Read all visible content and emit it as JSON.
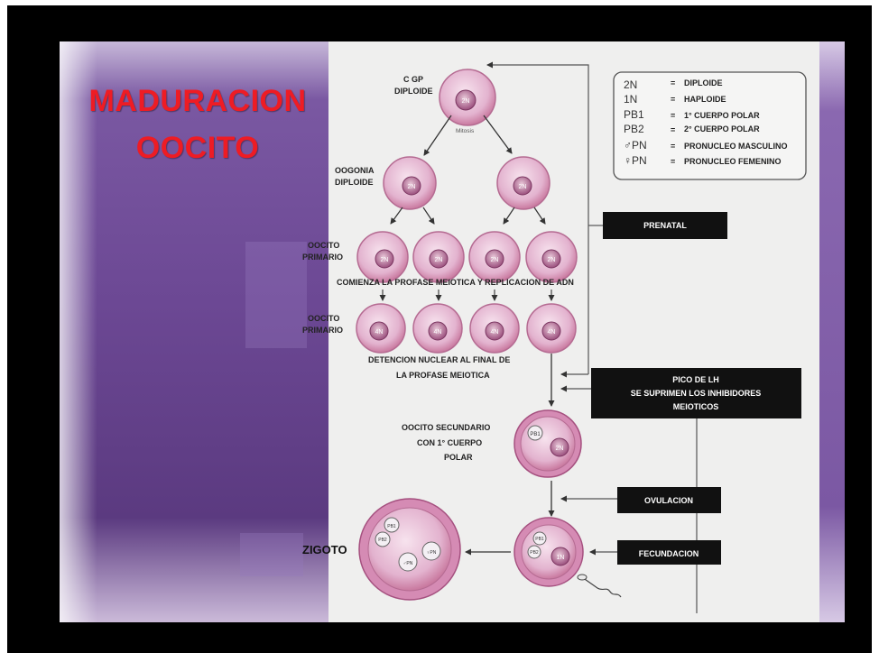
{
  "title_line1": "MADURACION",
  "title_line2": "OOCITO",
  "stages": {
    "cgp": [
      "C GP",
      "DIPLOIDE"
    ],
    "mitosis": "Mitosis",
    "oogonia": [
      "OOGONIA",
      "DIPLOIDE"
    ],
    "primario_1": [
      "OOCITO",
      "PRIMARIO"
    ],
    "profase": "COMIENZA LA PROFASE MEIOTICA Y REPLICACION DE ADN",
    "primario_2": [
      "OOCITO",
      "PRIMARIO"
    ],
    "detencion": [
      "DETENCION NUCLEAR AL FINAL DE",
      "LA PROFASE MEIOTICA"
    ],
    "secundario": [
      "OOCITO SECUNDARIO",
      "CON 1° CUERPO",
      "POLAR"
    ],
    "zigoto": "ZIGOTO"
  },
  "cell_labels": {
    "n2": "2N",
    "n4": "4N",
    "n1": "1N",
    "pb1": "PB1",
    "pb2": "PB2",
    "pn_m": "♂PN",
    "pn_f": "♀PN"
  },
  "legend": [
    {
      "symbol": "2N",
      "desc": "DIPLOIDE"
    },
    {
      "symbol": "1N",
      "desc": "HAPLOIDE"
    },
    {
      "symbol": "PB1",
      "desc": "1° CUERPO POLAR"
    },
    {
      "symbol": "PB2",
      "desc": "2° CUERPO POLAR"
    },
    {
      "symbol": "♂PN",
      "desc": "PRONUCLEO MASCULINO"
    },
    {
      "symbol": "♀PN",
      "desc": "PRONUCLEO FEMENINO"
    }
  ],
  "legend_eq": "=",
  "boxes": {
    "prenatal": "PRENATAL",
    "pico": [
      "PICO DE LH",
      "SE SUPRIMEN LOS INHIBIDORES",
      "MEIOTICOS"
    ],
    "ovulacion": "OVULACION",
    "fecundacion": "FECUNDACION"
  },
  "colors": {
    "title": "#ee1c24",
    "panel": "#6c4894",
    "cell": "#d9a2c3",
    "nucleus": "#a24f83",
    "box": "#111111"
  }
}
